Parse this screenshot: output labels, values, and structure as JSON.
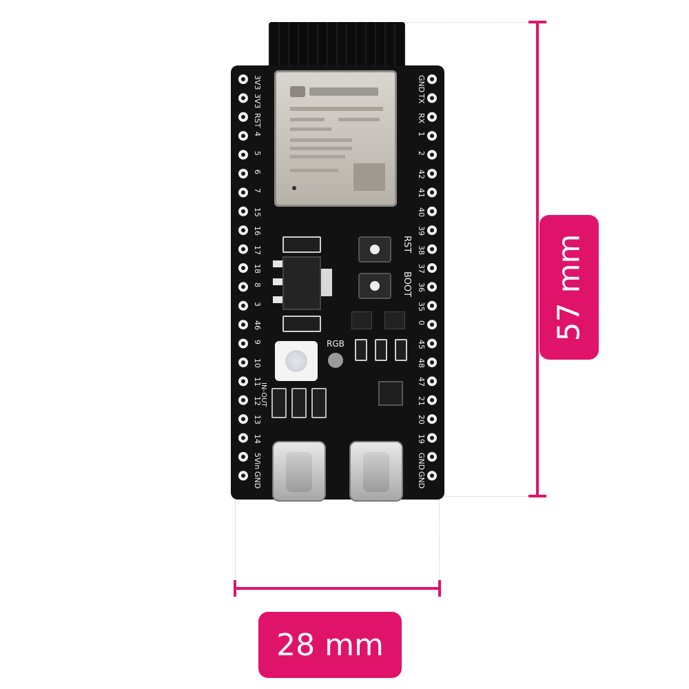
{
  "dimensions": {
    "width_label": "28 mm",
    "height_label": "57 mm",
    "accent_color": "#e0136b"
  },
  "board": {
    "left_pins": [
      "3V3",
      "3V3",
      "RST",
      "4",
      "5",
      "6",
      "7",
      "15",
      "16",
      "17",
      "18",
      "8",
      "3",
      "46",
      "9",
      "10",
      "11",
      "12",
      "13",
      "14",
      "5Vin",
      "GND"
    ],
    "right_pins": [
      "GND",
      "TX",
      "RX",
      "1",
      "2",
      "42",
      "41",
      "40",
      "39",
      "38",
      "37",
      "36",
      "35",
      "0",
      "45",
      "48",
      "47",
      "21",
      "20",
      "19",
      "GND",
      "GND"
    ],
    "rst_label": "RST",
    "boot_label": "BOOT",
    "rgb_label": "RGB",
    "in_out_label": "IN-OUT"
  }
}
